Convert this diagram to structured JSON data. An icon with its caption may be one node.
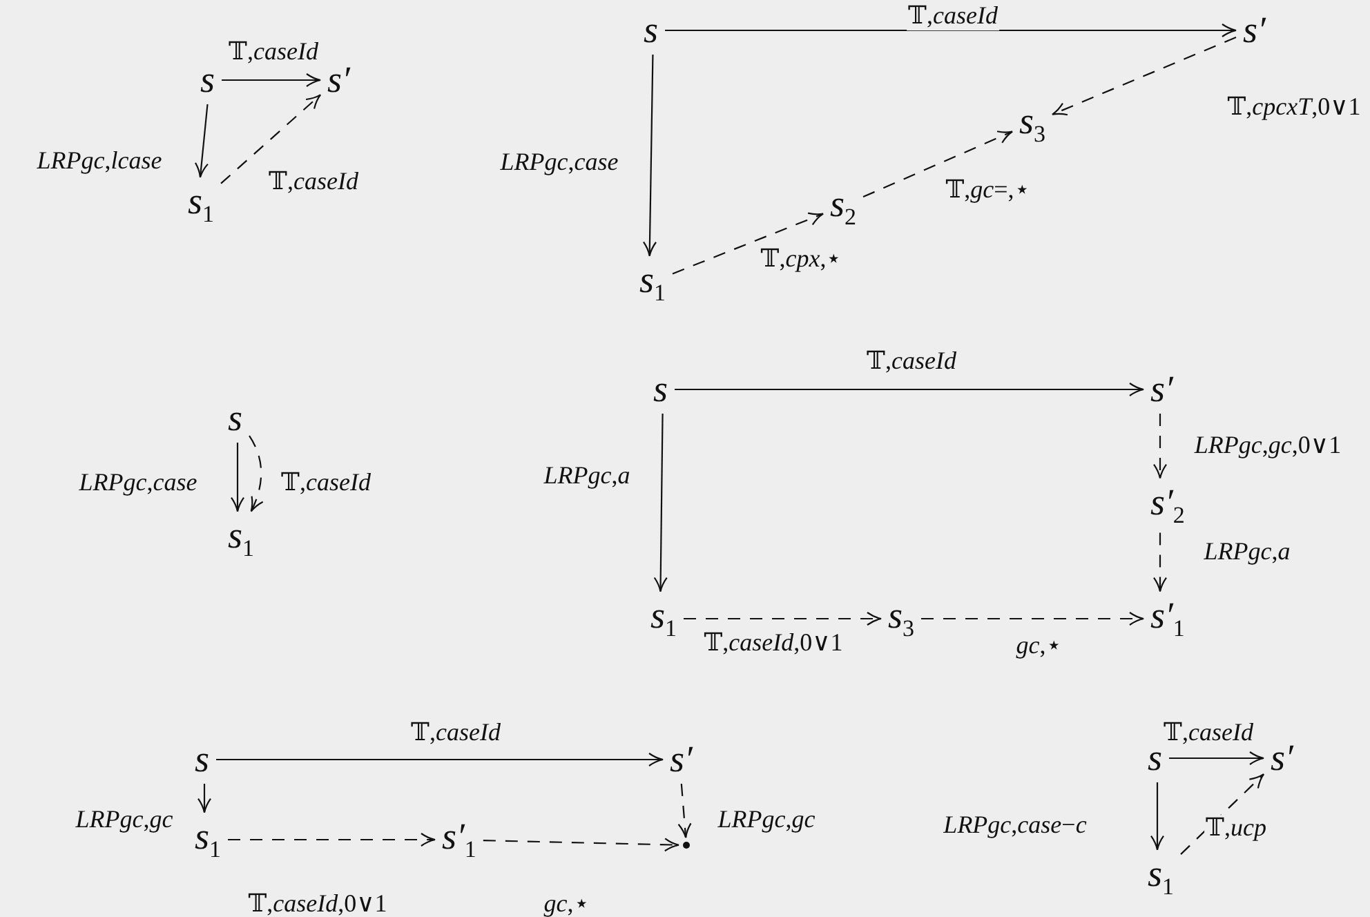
{
  "diagram": {
    "nodes": [
      {
        "text": [
          "s"
        ]
      },
      {
        "text": [
          "s′"
        ]
      },
      {
        "text": [
          "s$_{1}$"
        ]
      },
      {
        "text": [
          "s"
        ]
      },
      {
        "text": [
          "s′"
        ]
      },
      {
        "text": [
          "s$_{1}$"
        ]
      },
      {
        "text": [
          "s$_{2}$"
        ]
      },
      {
        "text": [
          "s$_{3}$"
        ]
      },
      {
        "text": [
          "s"
        ]
      },
      {
        "text": [
          "s$_{1}$"
        ]
      },
      {
        "text": [
          "s"
        ]
      },
      {
        "text": [
          "s′"
        ]
      },
      {
        "text": [
          "s′$_{2}$"
        ]
      },
      {
        "text": [
          "s$_{1}$"
        ]
      },
      {
        "text": [
          "s$_{3}$"
        ]
      },
      {
        "text": [
          "s′$_{1}$"
        ]
      },
      {
        "text": [
          "s"
        ]
      },
      {
        "text": [
          "s′"
        ]
      },
      {
        "text": [
          "s$_{1}$"
        ]
      },
      {
        "text": [
          "s′$_{1}$"
        ]
      },
      {
        "text": [],
        "shape": "circle"
      },
      {
        "text": [
          "s"
        ]
      },
      {
        "text": [
          "s′"
        ]
      },
      {
        "text": [
          "s$_{1}$"
        ]
      }
    ],
    "edges": [
      {
        "from": 0,
        "to": 1,
        "arrow": "to",
        "label": "𝕋,*caseId*"
      },
      {
        "from": 0,
        "to": 2,
        "arrow": "to",
        "label": "*LRPgc*,*lcase*"
      },
      {
        "from": 2,
        "to": 1,
        "arrow": "to",
        "label": "𝕋,*caseId*",
        "style": "dashed"
      },
      {
        "from": 3,
        "to": 4,
        "arrow": "to",
        "label": "𝕋,*caseId*"
      },
      {
        "from": 3,
        "to": 5,
        "arrow": "to",
        "label": "*LRPgc*,*case*"
      },
      {
        "from": 5,
        "to": 6,
        "arrow": "to",
        "label": "𝕋,*cpx*,⋆",
        "style": "dashed"
      },
      {
        "from": 6,
        "to": 7,
        "arrow": "to",
        "label": "𝕋,*gc*=,⋆",
        "style": "dashed"
      },
      {
        "from": 4,
        "to": 7,
        "arrow": "to",
        "label": "𝕋,*cpcxT*,0∨1",
        "style": "dashed"
      },
      {
        "from": 8,
        "to": 9,
        "arrow": "to",
        "label": "*LRPgc*,*case*"
      },
      {
        "from": 8,
        "to": 9,
        "arrow": "to",
        "label": "𝕋,*caseId*",
        "style": "dashed"
      },
      {
        "from": 10,
        "to": 11,
        "arrow": "to",
        "label": "𝕋,*caseId*"
      },
      {
        "from": 10,
        "to": 13,
        "arrow": "to",
        "label": "*LRPgc*,*a*"
      },
      {
        "from": 11,
        "to": 12,
        "arrow": "to",
        "label": "*LRPgc*,*gc*,0∨1",
        "style": "dashed"
      },
      {
        "from": 12,
        "to": 15,
        "arrow": "to",
        "label": "*LRPgc*,*a*",
        "style": "dashed"
      },
      {
        "from": 13,
        "to": 14,
        "arrow": "to",
        "label": "𝕋,*caseId*,0∨1",
        "style": "dashed"
      },
      {
        "from": 14,
        "to": 15,
        "arrow": "to",
        "label": "*gc*,⋆",
        "style": "dashed"
      },
      {
        "from": 16,
        "to": 17,
        "arrow": "to",
        "label": "𝕋,*caseId*"
      },
      {
        "from": 16,
        "to": 18,
        "arrow": "to",
        "label": "*LRPgc*,*gc*"
      },
      {
        "from": 17,
        "to": 20,
        "arrow": "to",
        "label": "*LRPgc*,*gc*",
        "style": "dashed"
      },
      {
        "from": 18,
        "to": 19,
        "arrow": "to",
        "label": "𝕋,*caseId*,0∨1",
        "style": "dashed"
      },
      {
        "from": 19,
        "to": 20,
        "arrow": "to",
        "label": "*gc*,⋆",
        "style": "dashed"
      },
      {
        "from": 21,
        "to": 22,
        "arrow": "to",
        "label": "𝕋,*caseId*"
      },
      {
        "from": 21,
        "to": 23,
        "arrow": "to",
        "label": "*LRPgc*,*case*−*c*"
      },
      {
        "from": 23,
        "to": 22,
        "arrow": "to",
        "label": "𝕋,*ucp*",
        "style": "dashed"
      }
    ]
  }
}
